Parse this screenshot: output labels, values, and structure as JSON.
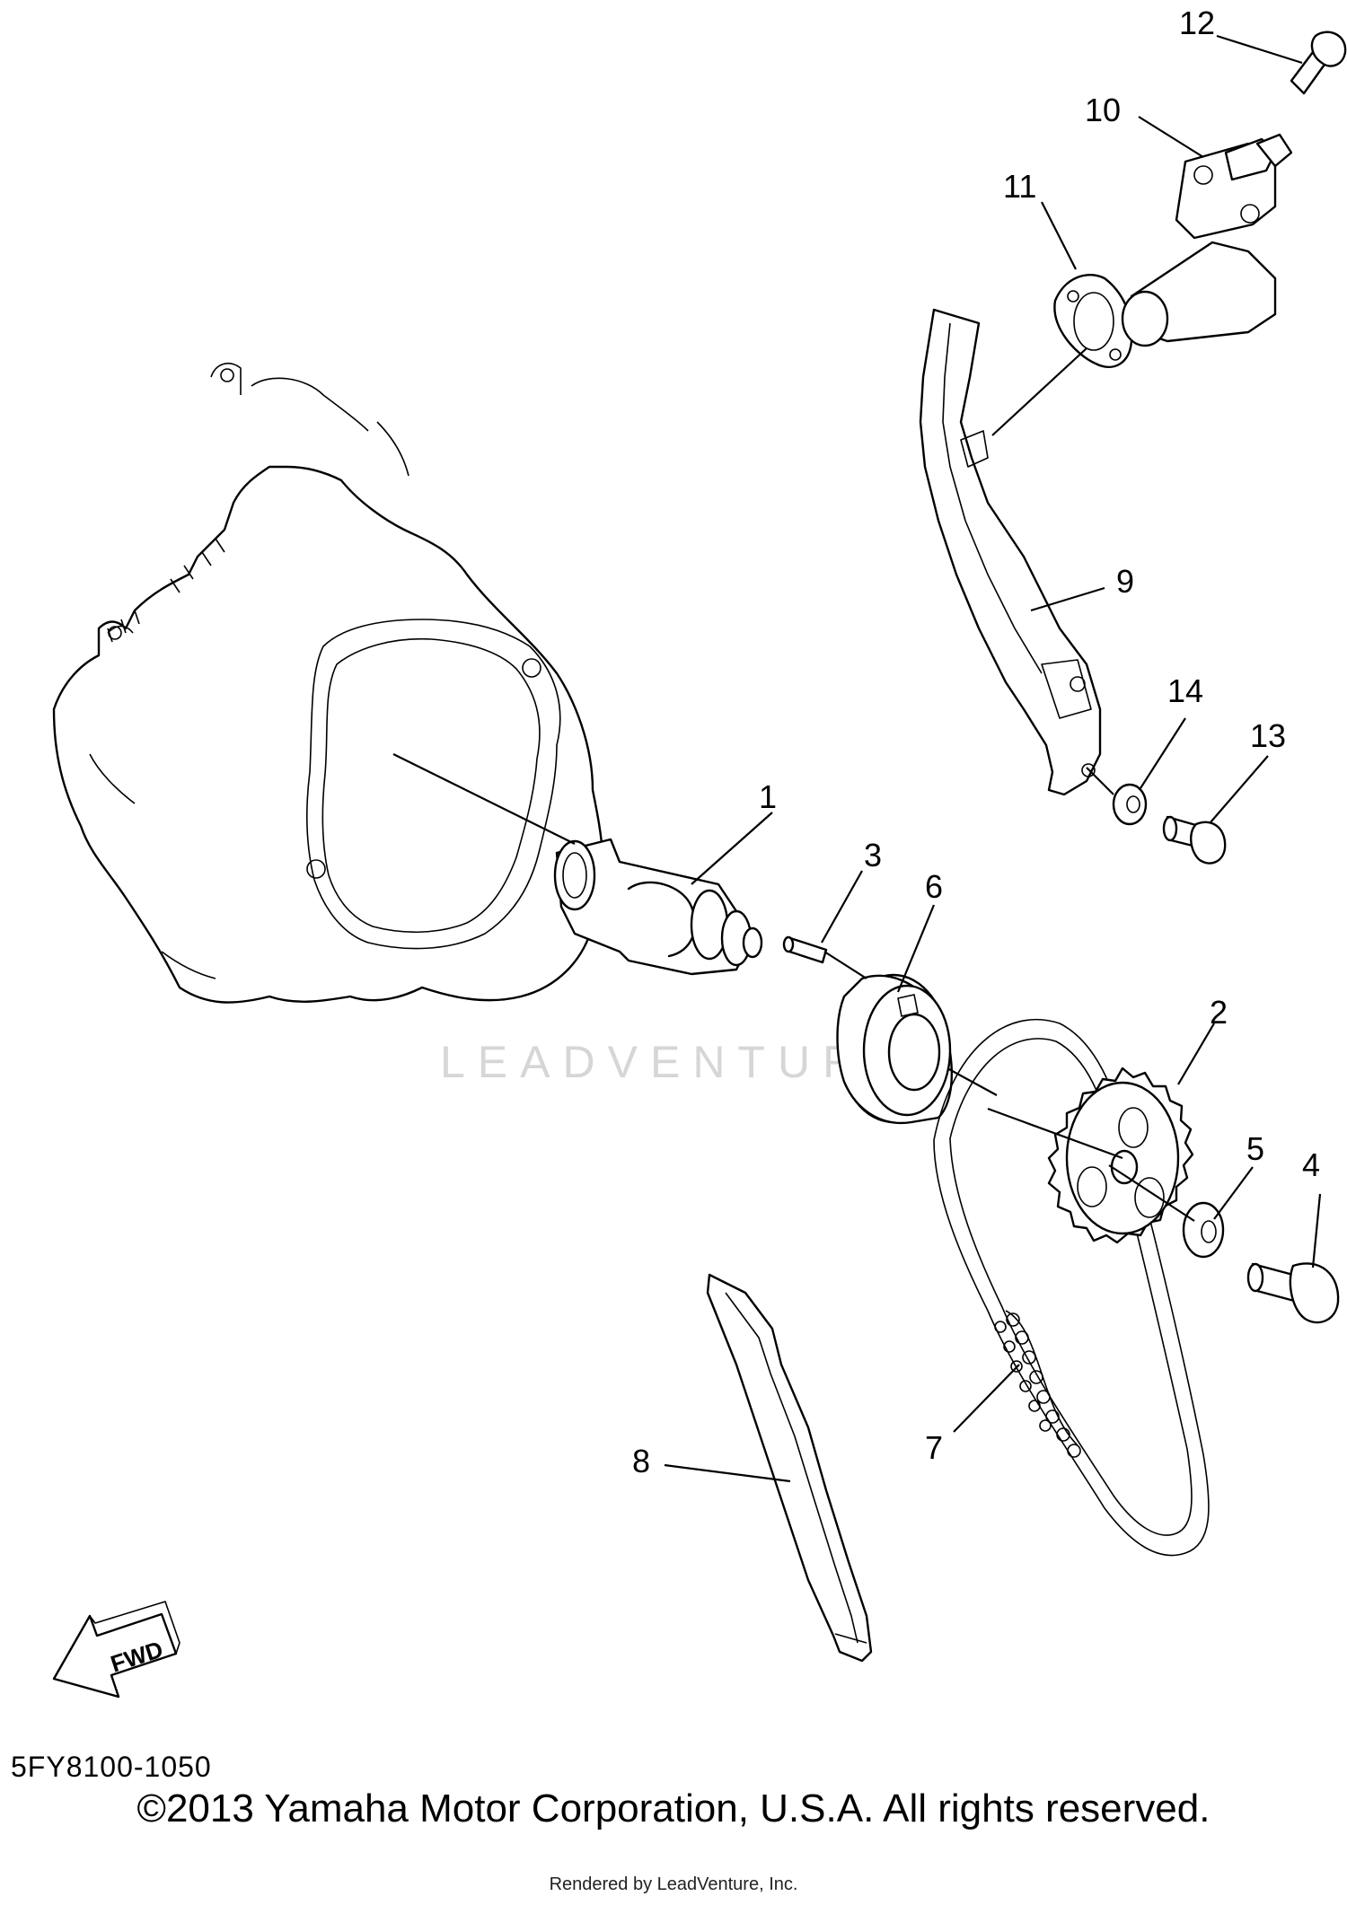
{
  "diagram": {
    "callouts": [
      {
        "id": "1",
        "label": "1"
      },
      {
        "id": "2",
        "label": "2"
      },
      {
        "id": "3",
        "label": "3"
      },
      {
        "id": "4",
        "label": "4"
      },
      {
        "id": "5",
        "label": "5"
      },
      {
        "id": "6",
        "label": "6"
      },
      {
        "id": "7",
        "label": "7"
      },
      {
        "id": "8",
        "label": "8"
      },
      {
        "id": "9",
        "label": "9"
      },
      {
        "id": "10",
        "label": "10"
      },
      {
        "id": "11",
        "label": "11"
      },
      {
        "id": "12",
        "label": "12"
      },
      {
        "id": "13",
        "label": "13"
      },
      {
        "id": "14",
        "label": "14"
      }
    ],
    "fwd_arrow_label": "FWD",
    "watermark": "LEADVENTURE"
  },
  "footer": {
    "diagram_code": "5FY8100-1050",
    "copyright": "©2013 Yamaha Motor Corporation, U.S.A. All rights reserved.",
    "rendered_by": "Rendered by LeadVenture, Inc."
  }
}
